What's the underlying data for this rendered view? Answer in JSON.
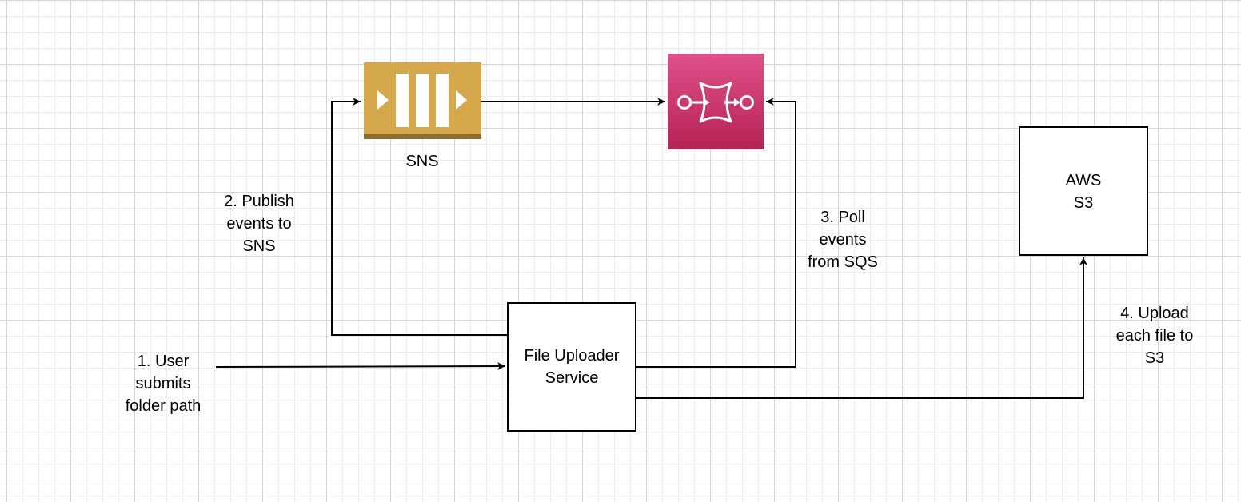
{
  "nodes": {
    "sns": {
      "label": "SNS",
      "icon": "sns-queue-icon",
      "color": "#D4A84B"
    },
    "sqs": {
      "label": "",
      "icon": "sqs-icon",
      "color": "#C7326A"
    },
    "uploader": {
      "label": "File Uploader\nService"
    },
    "s3": {
      "label": "AWS\nS3"
    }
  },
  "edges": {
    "user_submit": "1. User\nsubmits\nfolder path",
    "publish": "2. Publish\nevents to\nSNS",
    "poll": "3. Poll\nevents\nfrom SQS",
    "upload": "4. Upload\neach file to\nS3"
  }
}
